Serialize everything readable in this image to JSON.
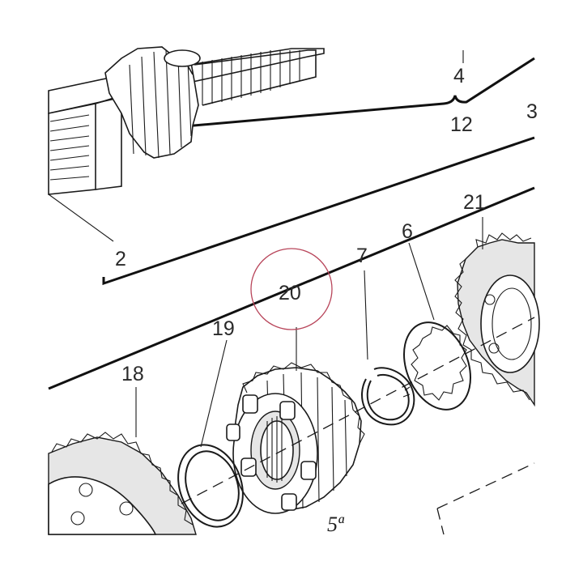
{
  "callouts": {
    "c4": "4",
    "c12": "12",
    "c3": "3",
    "c2": "2",
    "c21": "21",
    "c6": "6",
    "c7": "7",
    "c20": "20",
    "c19": "19",
    "c18": "18",
    "c5a": "5ª"
  },
  "highlight": {
    "part": "20",
    "color": "#b8455a"
  }
}
